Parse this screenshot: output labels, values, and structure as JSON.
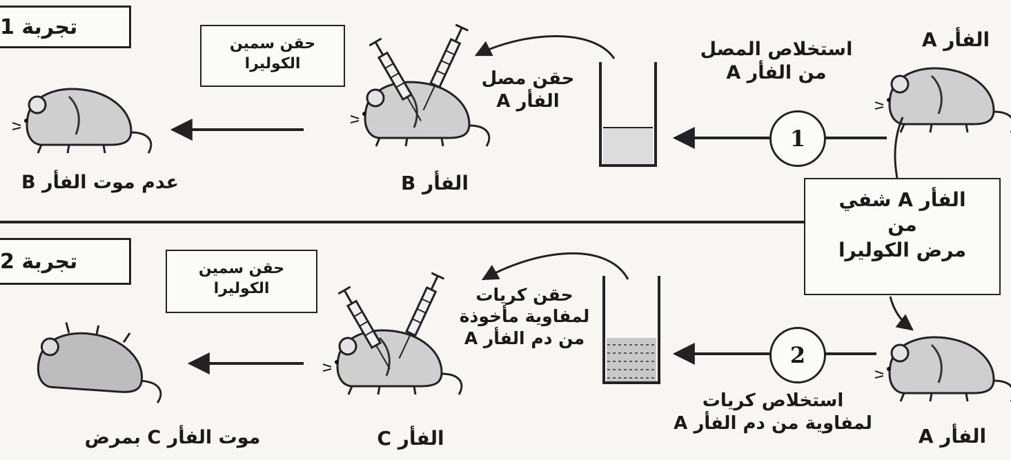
{
  "experiment1": {
    "tag": "تجربة 1",
    "mouse_a_label": "الفأر A",
    "step_number": "1",
    "extract_label_line1": "استخلاص المصل",
    "extract_label_line2": "من الفأر A",
    "inject_serum_line1": "حقن مصل",
    "inject_serum_line2": "الفأر A",
    "toxin_box_line1": "حقن سمين",
    "toxin_box_line2": "الكوليرا",
    "mouse_b_label": "الفأر B",
    "result_label": "عدم موت الفأر B"
  },
  "center_box": {
    "line1": "الفأر A شفي",
    "line2": "من",
    "line3": "مرض الكوليرا"
  },
  "experiment2": {
    "tag": "تجربة 2",
    "mouse_a_label": "الفأر A",
    "step_number": "2",
    "extract_label_line1": "استخلاص كريات",
    "extract_label_line2": "لمفاوية من دم الفأر A",
    "inject_cells_line1": "حقن كريات",
    "inject_cells_line2": "لمفاوية مأخوذة",
    "inject_cells_line3": "من دم الفأر A",
    "toxin_box_line1": "حقن سمين",
    "toxin_box_line2": "الكوليرا",
    "mouse_c_label": "الفأر C",
    "result_label": "موت الفأر C بمرض"
  }
}
